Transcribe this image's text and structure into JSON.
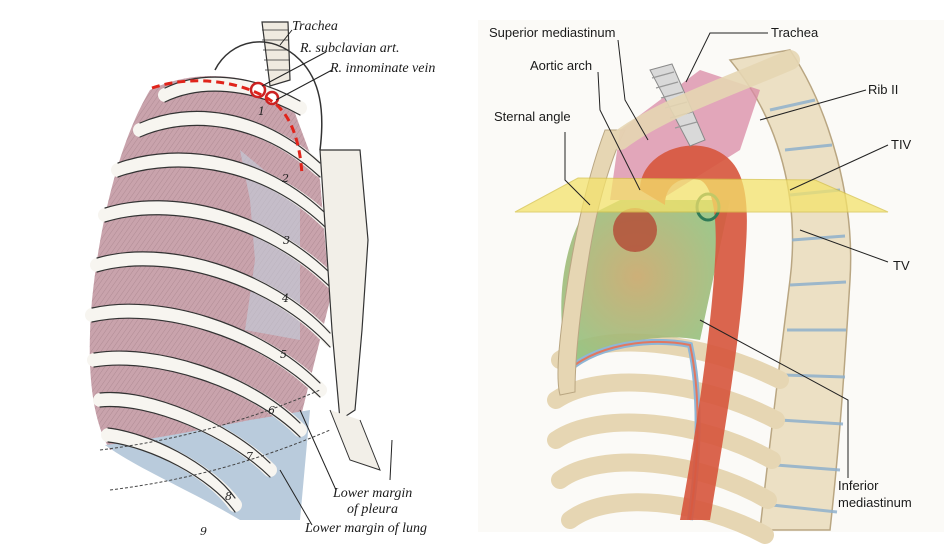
{
  "left_panel": {
    "labels": {
      "trachea": "Trachea",
      "subclavian": "R. subclavian art.",
      "innominate": "R. innominate vein",
      "pleura_line1": "Lower margin",
      "pleura_line2": "of pleura",
      "lung": "Lower margin of lung"
    },
    "rib_numbers": [
      "1",
      "2",
      "3",
      "4",
      "5",
      "6",
      "7",
      "8",
      "9"
    ]
  },
  "right_panel": {
    "labels": {
      "superior_mediastinum": "Superior mediastinum",
      "trachea": "Trachea",
      "aortic_arch": "Aortic arch",
      "rib_ii": "Rib II",
      "sternal_angle": "Sternal angle",
      "tiv": "TIV",
      "tv": "TV",
      "inferior_line1": "Inferior",
      "inferior_line2": "mediastinum"
    }
  },
  "colors": {
    "lung_pink": "#c9a3ac",
    "pleura_blue": "#b9cbdc",
    "bone": "#ece0c4",
    "plane_yellow": "#f4e36b",
    "heart_green": "#9cc98e",
    "aorta_red": "#d7583f",
    "dashed_red": "#e0241b"
  }
}
